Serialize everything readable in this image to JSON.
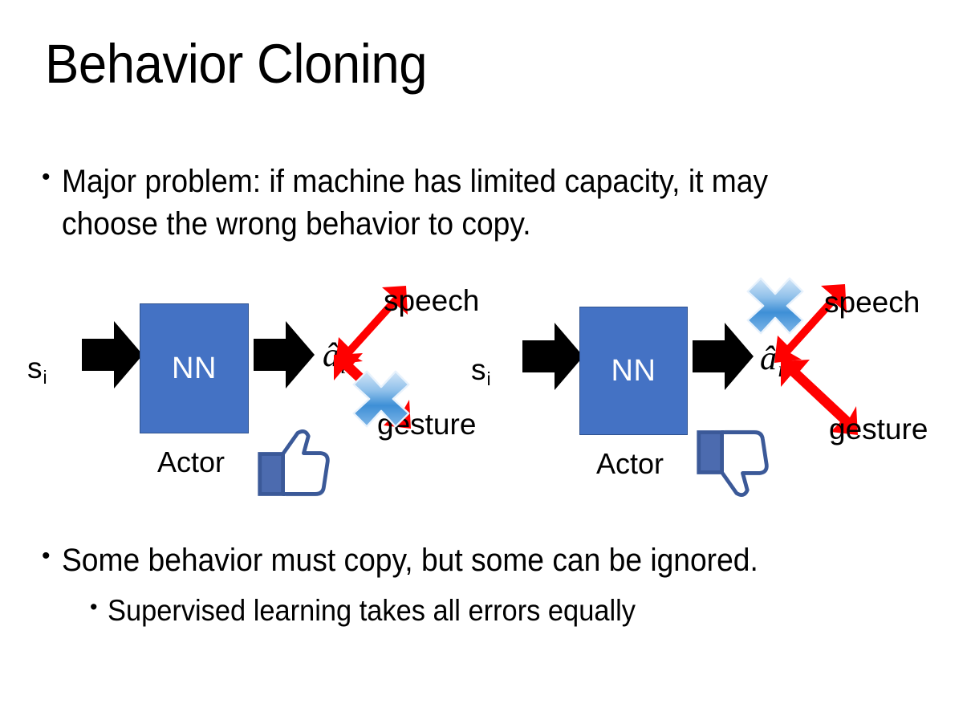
{
  "slide": {
    "title": "Behavior Cloning",
    "background_color": "#FFFFFF",
    "bullet_marker": "•"
  },
  "bullets": {
    "top": "Major problem: if machine has limited capacity, it may choose the wrong behavior to copy.",
    "bottom_main": "Some behavior must copy, but some can be ignored.",
    "bottom_sub": "Supervised learning takes all errors equally"
  },
  "colors": {
    "nn_box_fill": "#4472C4",
    "nn_box_border": "#2F528F",
    "arrow_black": "#000000",
    "branch_arrow_red": "#FF0000",
    "cross_blue_light": "#BBD6F2",
    "cross_blue_mid": "#4E9BE0",
    "cross_blue_dark": "#2E74B5",
    "thumb_outline": "#3B5998",
    "thumb_fill": "#FFFFFF",
    "thumb_shadow": "#E4E6EB",
    "text": "#000000",
    "nn_label_text": "#FFFFFF"
  },
  "diagrams": [
    {
      "id": "left",
      "state_label": "s",
      "state_subscript": "i",
      "model_label": "NN",
      "model_caption": "Actor",
      "output_label": "â",
      "output_subscript": "i",
      "branches": [
        {
          "name": "speech",
          "direction": "up-right",
          "crossed_out": false
        },
        {
          "name": "gesture",
          "direction": "down-right",
          "crossed_out": true
        }
      ],
      "feedback_icon": "thumbs-up",
      "crossed_branch": "gesture"
    },
    {
      "id": "right",
      "state_label": "s",
      "state_subscript": "i",
      "model_label": "NN",
      "model_caption": "Actor",
      "output_label": "â",
      "output_subscript": "i",
      "branches": [
        {
          "name": "speech",
          "direction": "up-right",
          "crossed_out": true
        },
        {
          "name": "gesture",
          "direction": "down-right",
          "crossed_out": false
        }
      ],
      "feedback_icon": "thumbs-down",
      "crossed_branch": "speech"
    }
  ]
}
